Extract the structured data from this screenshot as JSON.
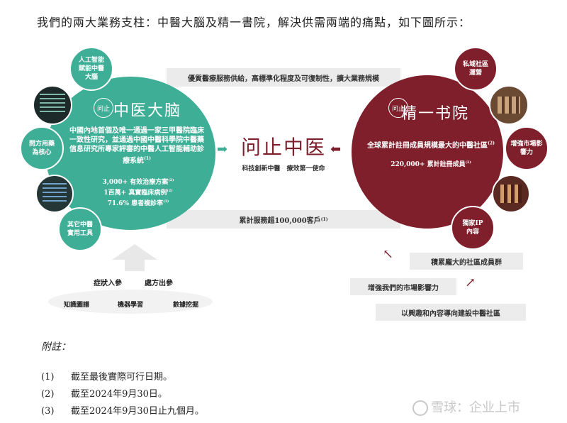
{
  "intro": "我們的兩大業務支柱：中醫大腦及精一書院，解決供需兩端的痛點，如下圖所示：",
  "top_band": "優質醫療服務供給，高標準化程度及可復制性，擴大業務規模",
  "bottom_band": "累計服務超100,000客戶",
  "bottom_band_sup": "(1)",
  "left": {
    "brand": "中医大脑",
    "logo": "问止",
    "desc": "中國內地首個及唯一通過一家三甲醫院臨床一致性研究，並通過中國中醫科學院中醫藥信息研究所專家評審的中醫人工智能輔助診療系統",
    "desc_sup": "(1)",
    "stats": [
      "3,000+ 有效治療方案",
      "1百萬+ 真實臨床病例",
      "71.6% 患者複診率"
    ],
    "stats_sup": [
      "(2)",
      "(2)",
      "(3)"
    ],
    "bubbles": [
      "人工智能賦能中醫大腦",
      "問方用藥為核心",
      "其它中醫實用工具"
    ]
  },
  "center": {
    "title": "问止中医",
    "tagline": "科技創新中醫　療效第一使命"
  },
  "right": {
    "brand": "精一书院",
    "logo": "问止",
    "line1": "全球累計註冊成員規模最大的中醫社區",
    "line1_sup": "(2)",
    "line2": "220,000+ 累計註冊成員",
    "line2_sup": "(2)",
    "bubbles": [
      "私域社區運營",
      "增強市場影響力",
      "獨家IP內容"
    ]
  },
  "base_left": {
    "labels": [
      "症狀入參",
      "處方出參"
    ],
    "foundation": [
      "知識圖譜",
      "機器學習",
      "數據挖掘"
    ]
  },
  "base_right": [
    "積累龐大的社區成員群",
    "增強我們的市場影響力",
    "以興趣和內容導向建設中醫社區"
  ],
  "notes_label": "附註：",
  "notes": [
    {
      "num": "(1)",
      "text": "截至最後實際可行日期。"
    },
    {
      "num": "(2)",
      "text": "截至2024年9月30日。"
    },
    {
      "num": "(3)",
      "text": "截至2024年9月30日止九個月。"
    }
  ],
  "watermark": "雪球：企业上市",
  "colors": {
    "green": "#3fae96",
    "red": "#7e1f2b"
  }
}
